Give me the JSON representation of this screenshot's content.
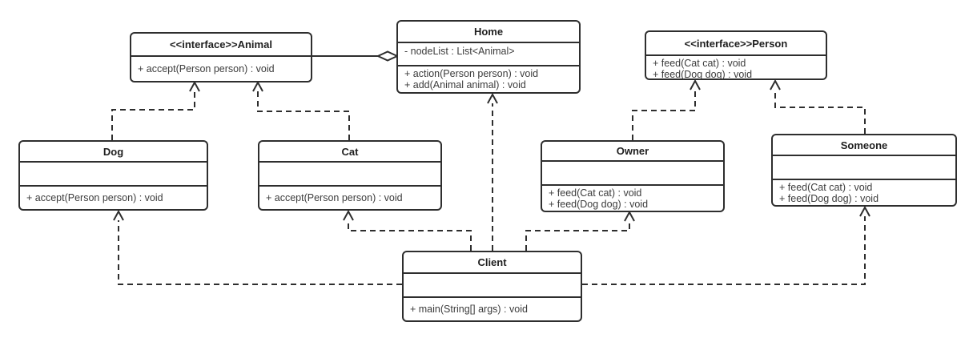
{
  "colors": {
    "background": "#ffffff",
    "stroke": "#2e2e2e",
    "member_text": "#3c3c3c",
    "title_text": "#1f1f1f"
  },
  "classes": {
    "animal": {
      "title": "<<interface>>Animal",
      "attributes": [],
      "methods": [
        "+ accept(Person person) : void"
      ]
    },
    "home": {
      "title": "Home",
      "attributes": [
        "- nodeList : List<Animal>"
      ],
      "methods": [
        "+ action(Person person) : void",
        "+ add(Animal animal) : void"
      ]
    },
    "person": {
      "title": "<<interface>>Person",
      "attributes": [],
      "methods": [
        "+ feed(Cat cat) : void",
        "+ feed(Dog dog) : void"
      ]
    },
    "dog": {
      "title": "Dog",
      "attributes": [],
      "methods": [
        "+ accept(Person person) : void"
      ]
    },
    "cat": {
      "title": "Cat",
      "attributes": [],
      "methods": [
        "+ accept(Person person) : void"
      ]
    },
    "owner": {
      "title": "Owner",
      "attributes": [],
      "methods": [
        "+ feed(Cat cat) : void",
        "+ feed(Dog dog) : void"
      ]
    },
    "someone": {
      "title": "Someone",
      "attributes": [],
      "methods": [
        "+ feed(Cat cat) : void",
        "+ feed(Dog dog) : void"
      ]
    },
    "client": {
      "title": "Client",
      "attributes": [],
      "methods": [
        "+ main(String[] args) : void"
      ]
    }
  },
  "relationships": [
    {
      "from": "Home",
      "to": "Animal",
      "type": "aggregation",
      "line": "solid",
      "marker": "open-diamond-at-home"
    },
    {
      "from": "Dog",
      "to": "Animal",
      "type": "realization",
      "line": "dashed",
      "marker": "open-arrow"
    },
    {
      "from": "Cat",
      "to": "Animal",
      "type": "realization",
      "line": "dashed",
      "marker": "open-arrow"
    },
    {
      "from": "Owner",
      "to": "Person",
      "type": "realization",
      "line": "dashed",
      "marker": "open-arrow"
    },
    {
      "from": "Someone",
      "to": "Person",
      "type": "realization",
      "line": "dashed",
      "marker": "open-arrow"
    },
    {
      "from": "Client",
      "to": "Dog",
      "type": "dependency",
      "line": "dashed",
      "marker": "open-arrow"
    },
    {
      "from": "Client",
      "to": "Cat",
      "type": "dependency",
      "line": "dashed",
      "marker": "open-arrow"
    },
    {
      "from": "Client",
      "to": "Home",
      "type": "dependency",
      "line": "dashed",
      "marker": "open-arrow"
    },
    {
      "from": "Client",
      "to": "Owner",
      "type": "dependency",
      "line": "dashed",
      "marker": "open-arrow"
    },
    {
      "from": "Client",
      "to": "Someone",
      "type": "dependency",
      "line": "dashed",
      "marker": "open-arrow"
    }
  ]
}
